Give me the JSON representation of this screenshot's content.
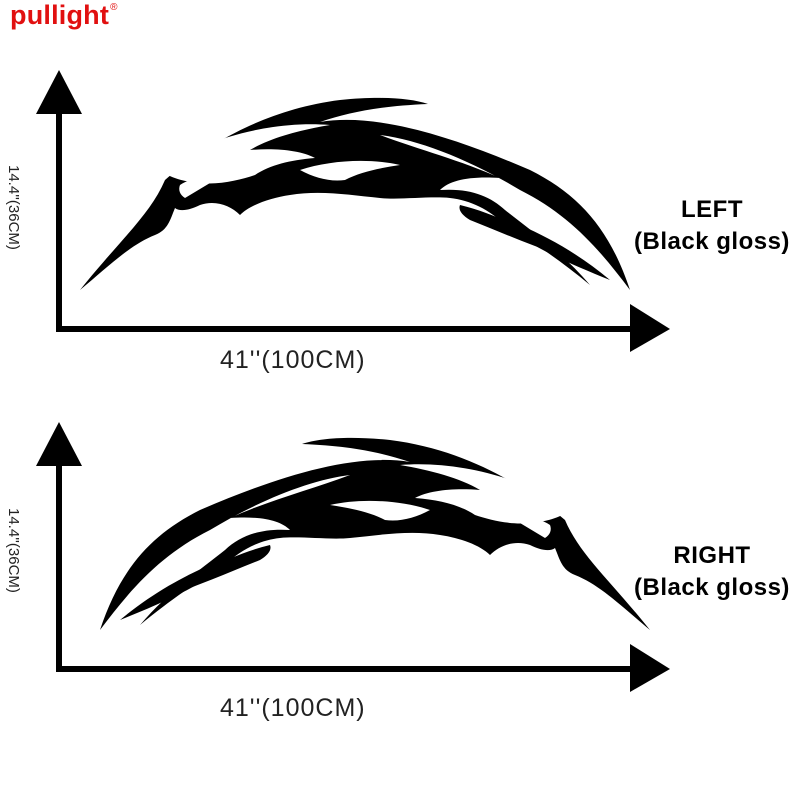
{
  "brand": {
    "name": "pullight",
    "mark": "®",
    "color": "#e11010"
  },
  "colors": {
    "ink": "#000000",
    "background": "#ffffff"
  },
  "panels": [
    {
      "id": "left",
      "side_label": "LEFT",
      "finish_label": "(Black gloss)",
      "width_label": "41''(100CM)",
      "height_label": "14.4''(36CM)",
      "graphic_icon": "tribal-flame-decal-icon"
    },
    {
      "id": "right",
      "side_label": "RIGHT",
      "finish_label": "(Black gloss)",
      "width_label": "41''(100CM)",
      "height_label": "14.4''(36CM)",
      "graphic_icon": "tribal-flame-decal-icon"
    }
  ]
}
